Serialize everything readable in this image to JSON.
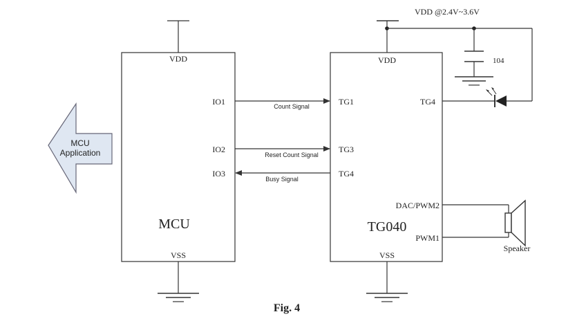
{
  "supply_label": "VDD @2.4V~3.6V",
  "capacitor_label": "104",
  "figure_caption": "Fig. 4",
  "arrow_label": [
    "MCU",
    "Application"
  ],
  "mcu": {
    "name": "MCU",
    "vdd": "VDD",
    "vss": "VSS",
    "io1": "IO1",
    "io2": "IO2",
    "io3": "IO3"
  },
  "tg040": {
    "name": "TG040",
    "vdd": "VDD",
    "vss": "VSS",
    "tg1": "TG1",
    "tg3": "TG3",
    "tg4_left": "TG4",
    "tg4_right": "TG4",
    "dac_pwm2": "DAC/PWM2",
    "pwm1": "PWM1"
  },
  "signals": {
    "count": "Count Signal",
    "reset": "Reset Count Signal",
    "busy": "Busy Signal"
  },
  "speaker_label": "Speaker"
}
